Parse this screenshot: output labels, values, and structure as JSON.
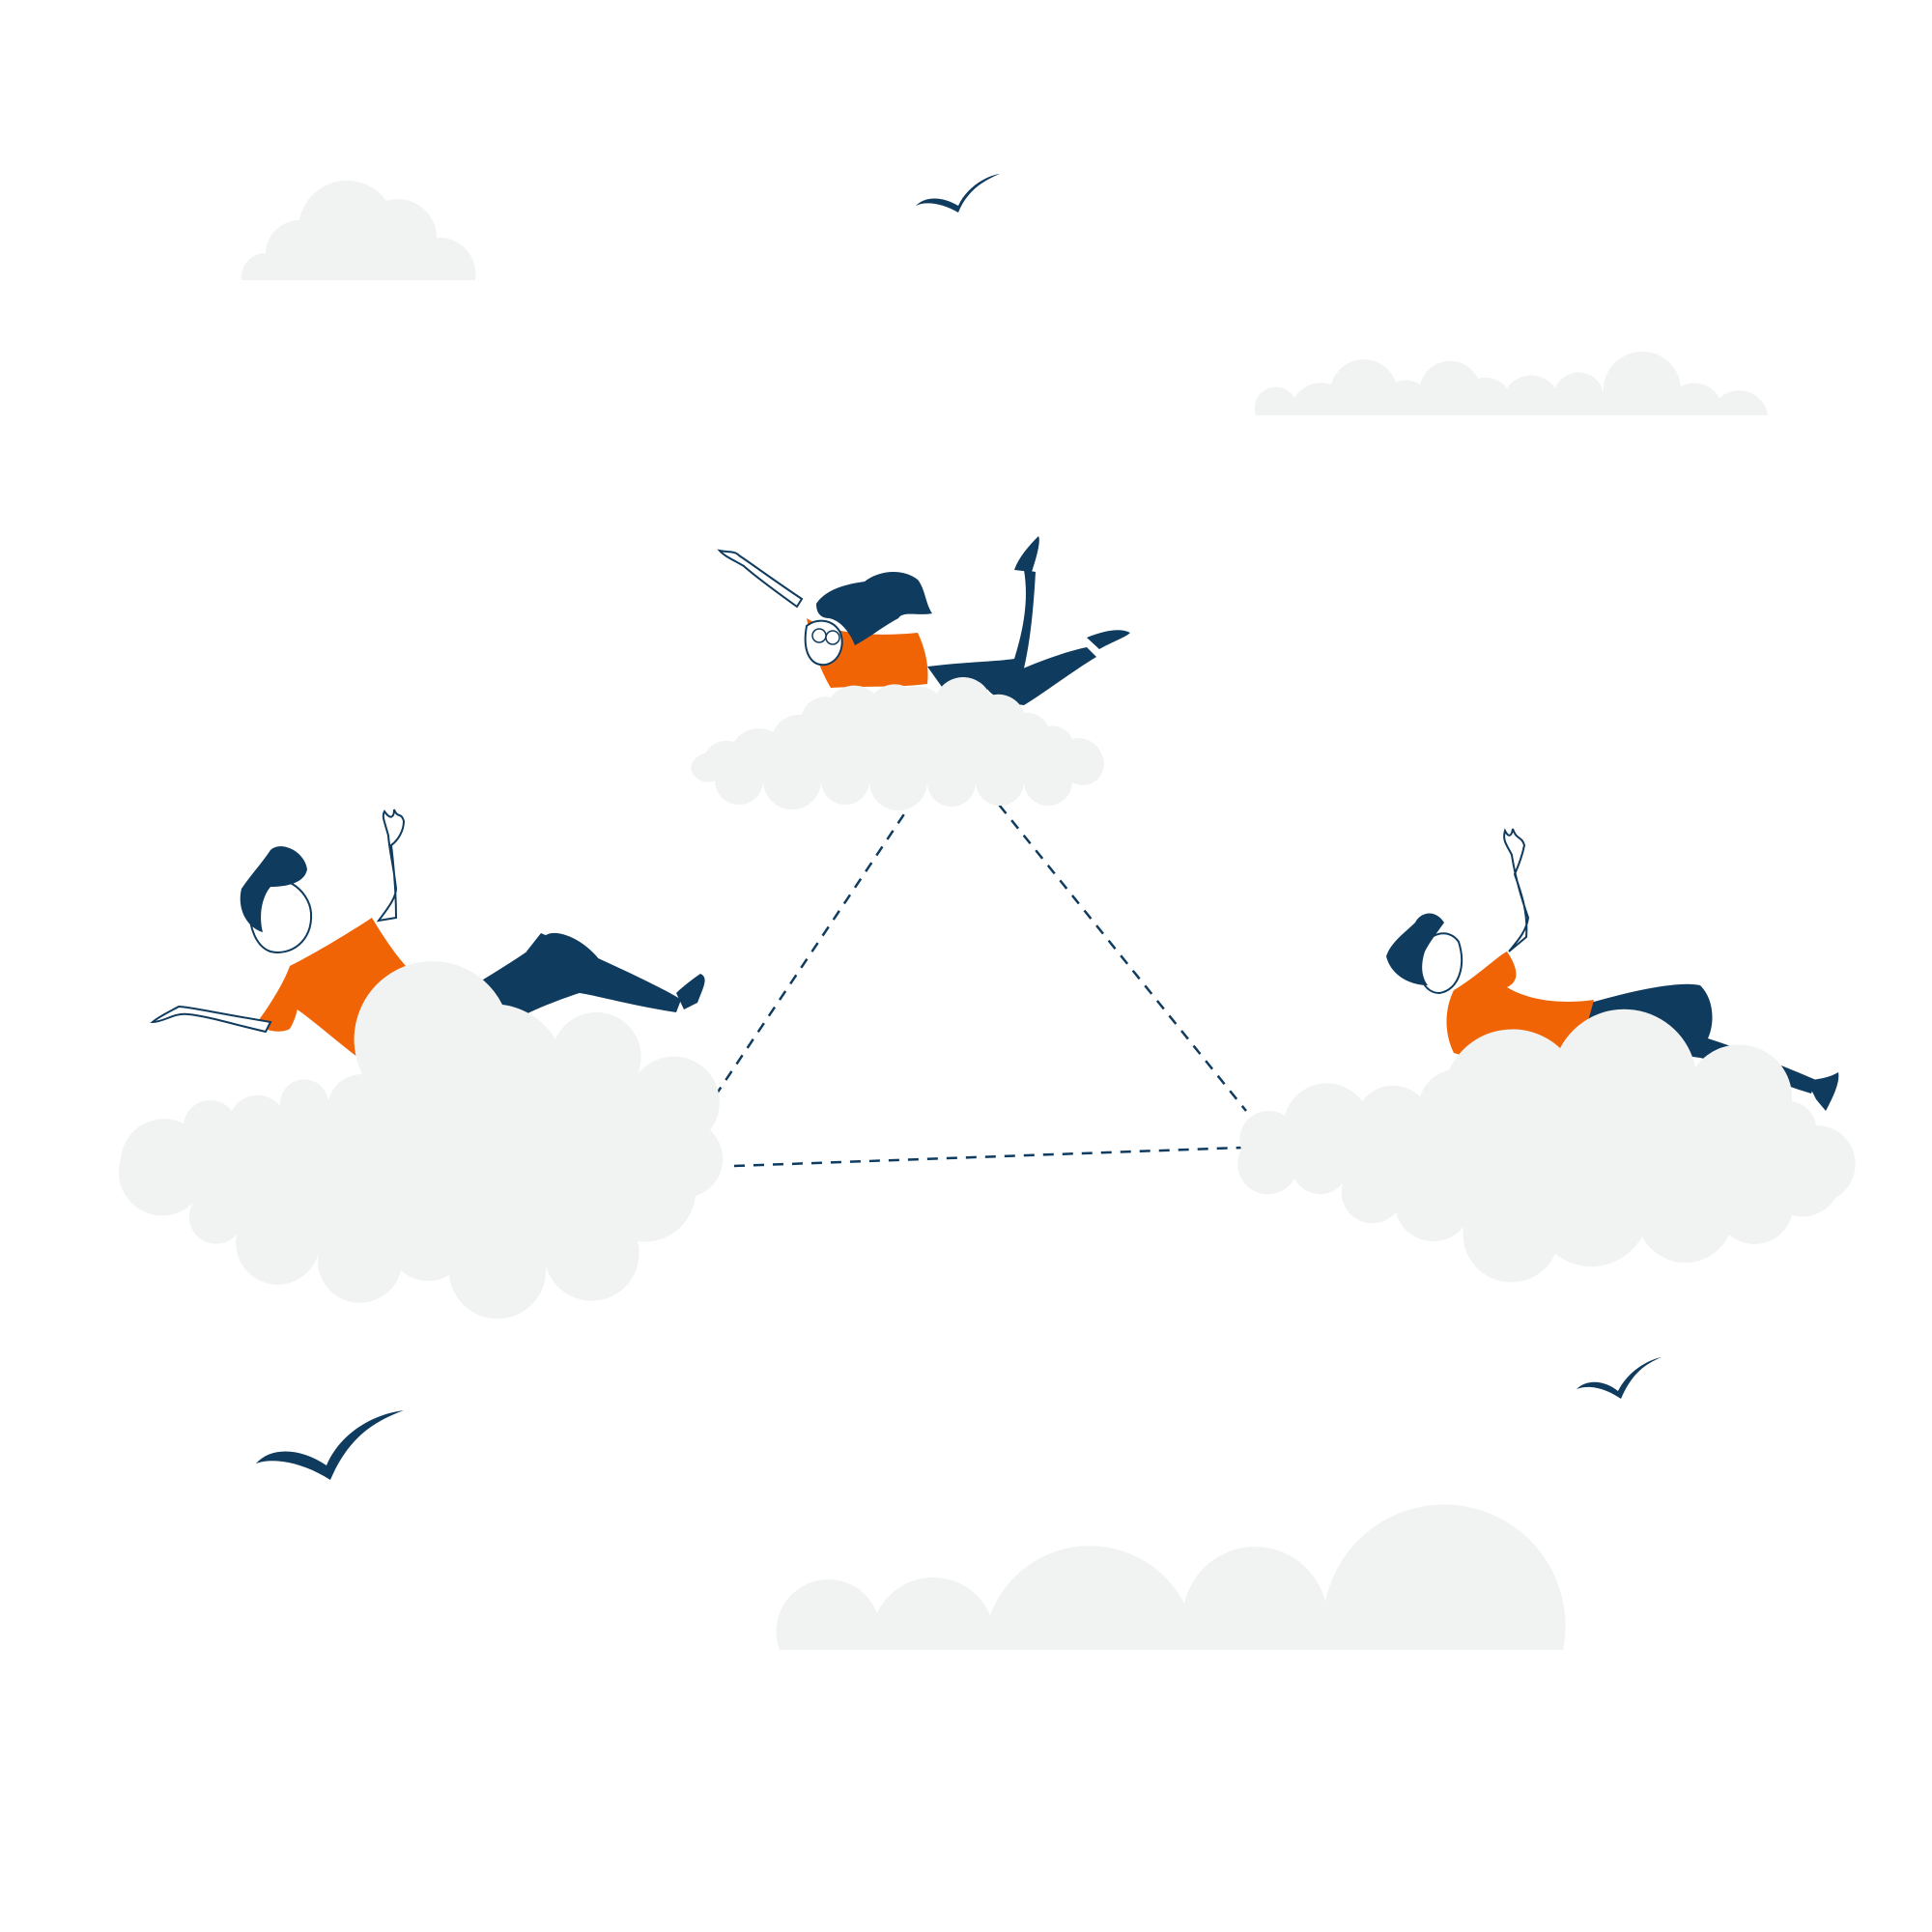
{
  "colors": {
    "background": "#ffffff",
    "cloud": "#f1f2f2",
    "navy": "#0f3b5f",
    "orange": "#f06405",
    "skin": "#ffffff",
    "outline": "#0f3b5f"
  },
  "scene": {
    "figures": [
      {
        "name": "man-left",
        "icon": "person-falling-icon"
      },
      {
        "name": "woman-top",
        "icon": "person-floating-icon"
      },
      {
        "name": "man-right",
        "icon": "person-reclining-icon"
      }
    ],
    "birds": [
      "bird-icon",
      "bird-icon",
      "bird-icon"
    ],
    "connector": "dashed-triangle"
  }
}
